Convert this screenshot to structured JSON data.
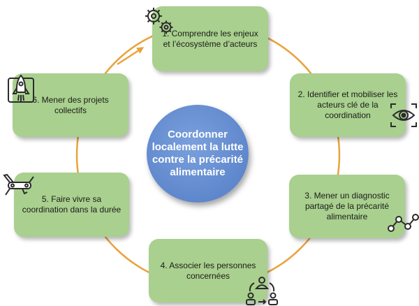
{
  "center": {
    "text": "Coordonner localement la lutte contre la précarité alimentaire"
  },
  "steps": [
    {
      "label": "1. Comprendre les enjeux et l’écosystème d’acteurs",
      "icon": "gears-icon"
    },
    {
      "label": "2. Identifier et mobiliser les acteurs clé de la coordination",
      "icon": "eye-icon"
    },
    {
      "label": "3. Mener un diagnostic partagé de la précarité alimentaire",
      "icon": "network-icon"
    },
    {
      "label": "4. Associer les personnes concernées",
      "icon": "people-exchange-icon"
    },
    {
      "label": "5. Faire vivre sa coordination dans la durée",
      "icon": "multitool-icon"
    },
    {
      "label": "6. Mener des projets collectifs",
      "icon": "rocket-icon"
    }
  ],
  "colors": {
    "step_fill": "#a9d08e",
    "center_fill": "#6a8fd0",
    "ring": "#e8a33d",
    "text": "#1b1b1b"
  }
}
